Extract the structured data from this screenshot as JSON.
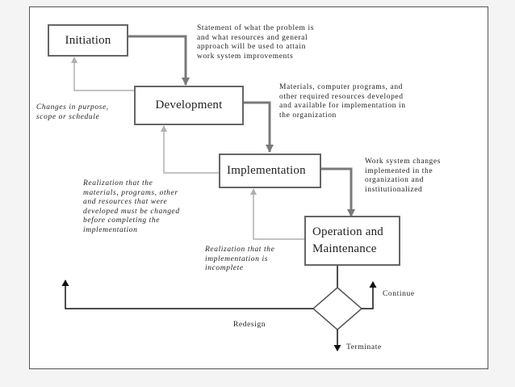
{
  "stages": {
    "initiation": "Initiation",
    "development": "Development",
    "implementation": "Implementation",
    "operation_line1": "Operation and",
    "operation_line2": "Maintenance"
  },
  "notes": {
    "initiation_output": [
      "Statement of what the problem is",
      "and what resources and general",
      "approach will be used to attain",
      "work system improvements"
    ],
    "development_output": [
      "Materials, computer programs, and",
      "other required resources developed",
      "and available for implementation in",
      "the organization"
    ],
    "implementation_output": [
      "Work system changes",
      "implemented in the",
      "organization and",
      "institutionalized"
    ],
    "feedback_development": [
      "Changes in purpose,",
      "scope or schedule"
    ],
    "feedback_implementation": [
      "Realization that the",
      "materials, programs, other",
      "and resources that were",
      "developed must be changed",
      "before completing the",
      "implementation"
    ],
    "feedback_operation": [
      "Realization that the",
      "implementation is",
      "incomplete"
    ]
  },
  "decision": {
    "continue": "Continue",
    "terminate": "Terminate",
    "redesign": "Redesign"
  },
  "colors": {
    "forward_arrow": "#7a7a7a",
    "feedback_arrow": "#b0b0b0",
    "decision_arrow": "#111111",
    "box_border": "#666666"
  }
}
